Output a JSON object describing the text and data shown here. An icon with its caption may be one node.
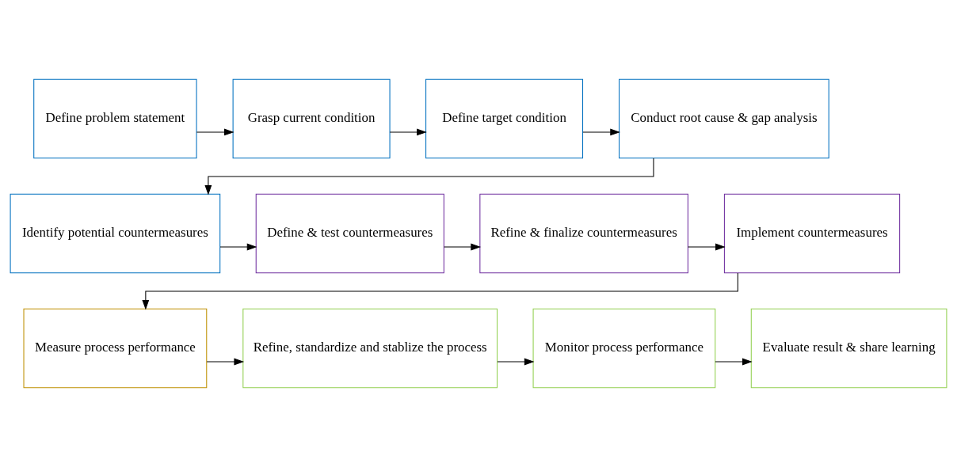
{
  "diagram": {
    "nodes": [
      {
        "text": [
          "Define problem statement"
        ]
      },
      {
        "text": [
          "Grasp current condition"
        ]
      },
      {
        "text": [
          "Define target condition"
        ]
      },
      {
        "text": [
          "Conduct root cause & gap analysis"
        ]
      },
      {
        "text": [
          "Identify potential countermeasures"
        ]
      },
      {
        "text": [
          "Define & test countermeasures"
        ]
      },
      {
        "text": [
          "Refine & finalize countermeasures"
        ]
      },
      {
        "text": [
          "Implement countermeasures"
        ]
      },
      {
        "text": [
          "Measure process performance"
        ]
      },
      {
        "text": [
          "Refine, standardize and stablize the process"
        ]
      },
      {
        "text": [
          "Monitor process performance"
        ]
      },
      {
        "text": [
          "Evaluate result & share learning"
        ]
      }
    ],
    "edges": [
      {
        "from": 0,
        "to": 1,
        "arrow": "to"
      },
      {
        "from": 1,
        "to": 2,
        "arrow": "to"
      },
      {
        "from": 2,
        "to": 3,
        "arrow": "to"
      },
      {
        "from": 3,
        "to": 4,
        "arrow": "to"
      },
      {
        "from": 4,
        "to": 5,
        "arrow": "to"
      },
      {
        "from": 5,
        "to": 6,
        "arrow": "to"
      },
      {
        "from": 6,
        "to": 7,
        "arrow": "to"
      },
      {
        "from": 7,
        "to": 8,
        "arrow": "to"
      },
      {
        "from": 8,
        "to": 9,
        "arrow": "to"
      },
      {
        "from": 9,
        "to": 10,
        "arrow": "to"
      },
      {
        "from": 10,
        "to": 11,
        "arrow": "to"
      }
    ]
  }
}
